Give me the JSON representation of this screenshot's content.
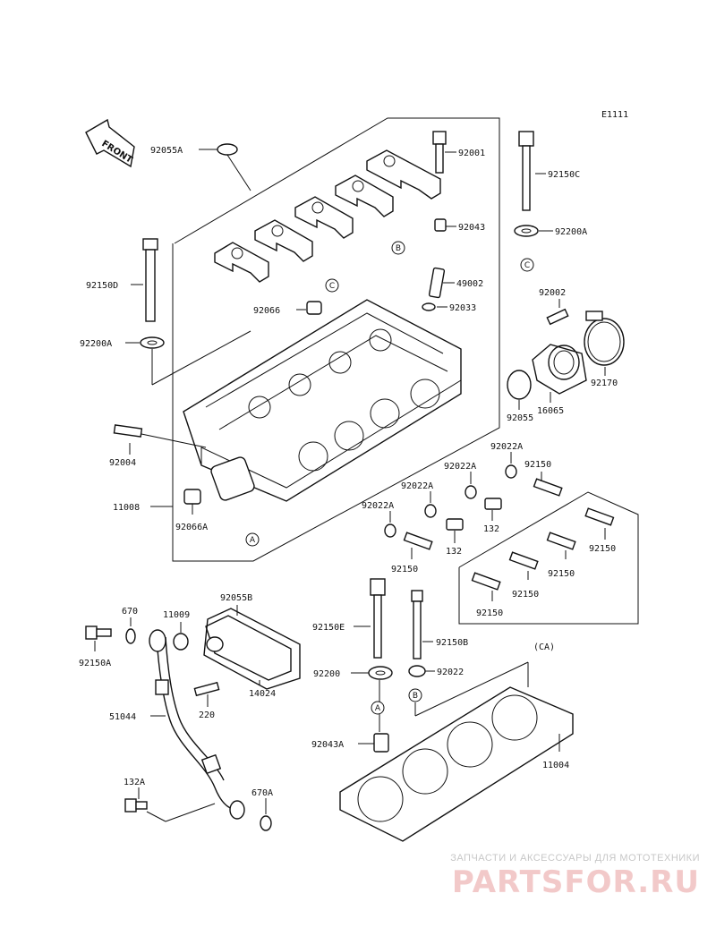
{
  "diagram": {
    "code": "E1111",
    "front_label": "FRONT",
    "labels": {
      "p92055A": "92055A",
      "p92001": "92001",
      "p92150C": "92150C",
      "p92043": "92043",
      "p92200A_r": "92200A",
      "p92150D": "92150D",
      "p49002": "49002",
      "p92066": "92066",
      "p92033": "92033",
      "p92002": "92002",
      "p92200A_l": "92200A",
      "p92170": "92170",
      "p16065": "16065",
      "p92055": "92055",
      "p92004": "92004",
      "p92022A_1": "92022A",
      "p92022A_2": "92022A",
      "p92022A_3": "92022A",
      "p92022A_4": "92022A",
      "p92150_1": "92150",
      "p92150_2": "92150",
      "p92150_3": "92150",
      "p92150_4": "92150",
      "p92150_5": "92150",
      "p92150_6": "92150",
      "p11008": "11008",
      "p92066A": "92066A",
      "p132_1": "132",
      "p132_2": "132",
      "p670": "670",
      "p11009": "11009",
      "p92055B": "92055B",
      "p92150A": "92150A",
      "p92150E": "92150E",
      "p92150B": "92150B",
      "p14024": "14024",
      "p220": "220",
      "pCA": "(CA)",
      "p51044": "51044",
      "p92200": "92200",
      "p92022": "92022",
      "p92043A": "92043A",
      "p11004": "11004",
      "p132A": "132A",
      "p670A": "670A"
    },
    "ref_tags": {
      "A": "A",
      "B": "B",
      "C": "C"
    }
  },
  "watermark": {
    "tagline": "ЗАПЧАСТИ И АКСЕССУАРЫ ДЛЯ МОТОТЕХНИКИ",
    "logo": "PARTSFOR.RU",
    "logo_color": "#f2c9c9"
  }
}
